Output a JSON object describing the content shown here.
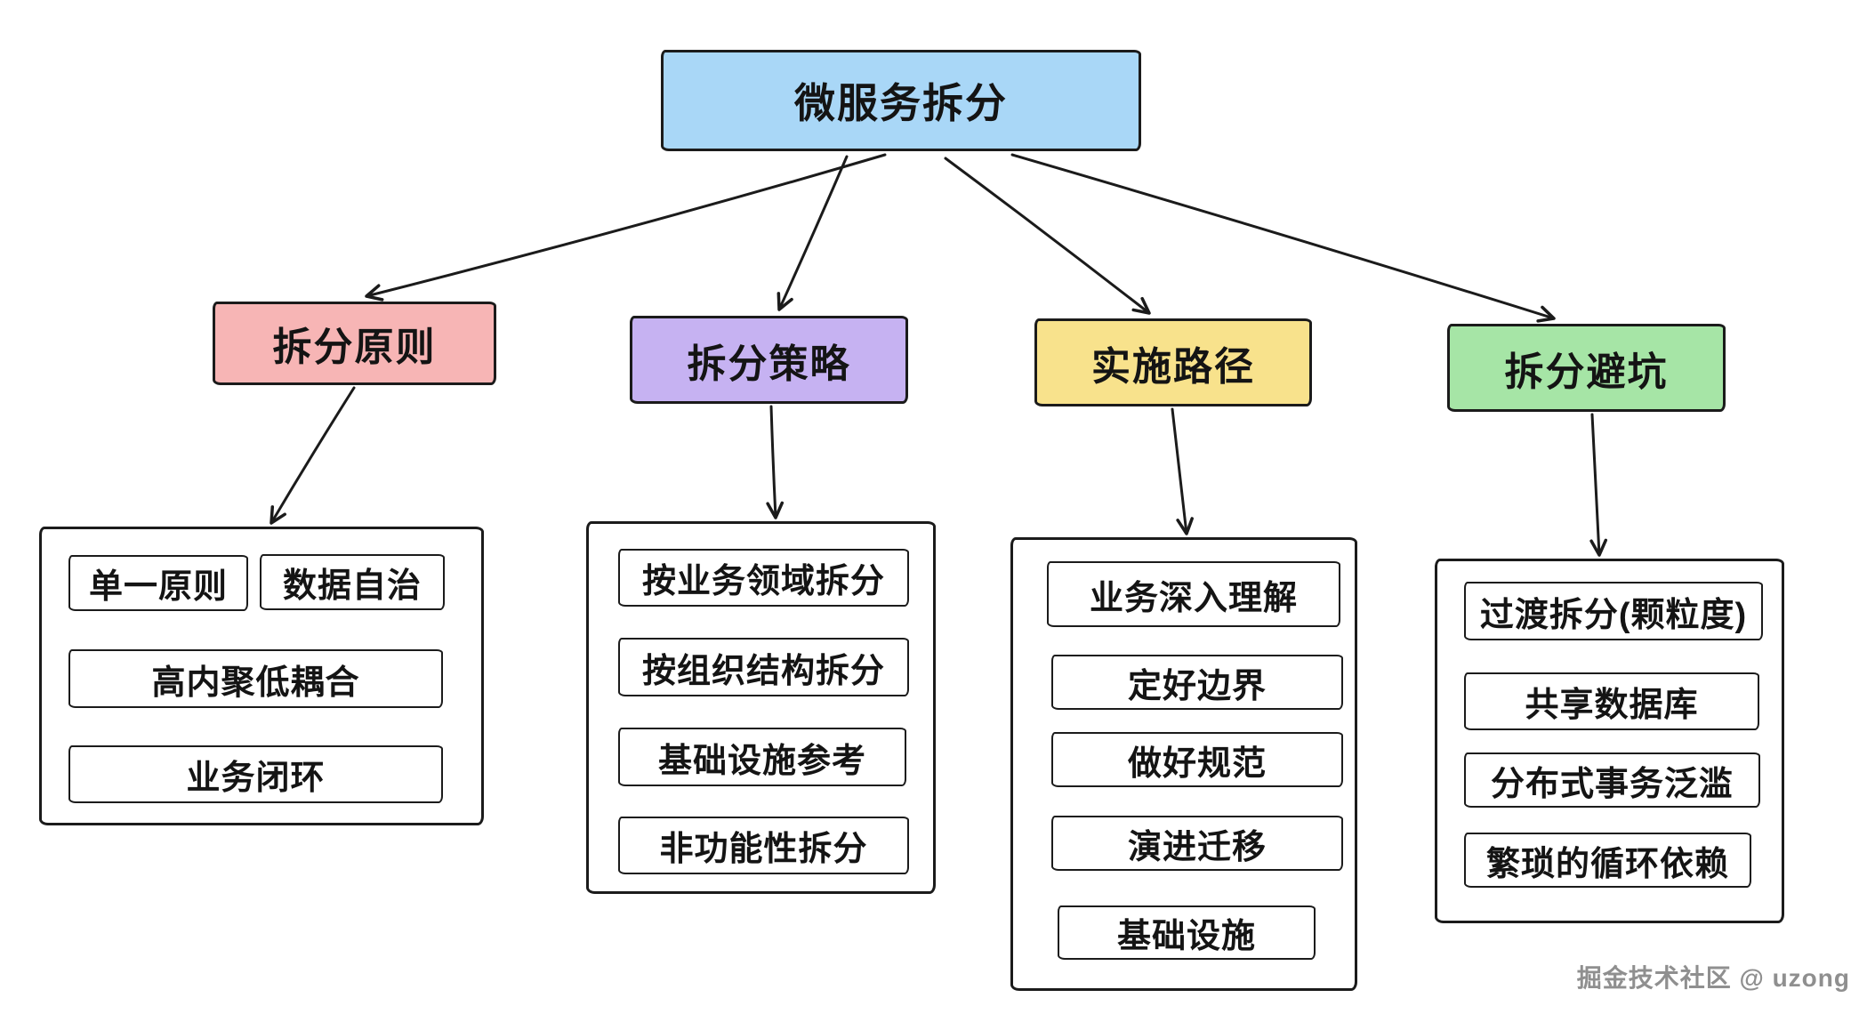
{
  "diagram": {
    "root": {
      "label": "微服务拆分",
      "color": "#a9d7f7"
    },
    "branches": [
      {
        "label": "拆分原则",
        "color": "#f7b5b5",
        "items": [
          "单一原则",
          "数据自治",
          "高内聚低耦合",
          "业务闭环"
        ]
      },
      {
        "label": "拆分策略",
        "color": "#c6b2f2",
        "items": [
          "按业务领域拆分",
          "按组织结构拆分",
          "基础设施参考",
          "非功能性拆分"
        ]
      },
      {
        "label": "实施路径",
        "color": "#f8e28c",
        "items": [
          "业务深入理解",
          "定好边界",
          "做好规范",
          "演进迁移",
          "基础设施"
        ]
      },
      {
        "label": "拆分避坑",
        "color": "#a6e5a6",
        "items": [
          "过渡拆分(颗粒度)",
          "共享数据库",
          "分布式事务泛滥",
          "繁琐的循环依赖"
        ]
      }
    ],
    "edge_color": "#1b1b1b",
    "background": "#ffffff",
    "watermark": "掘金技术社区 @ uzong"
  }
}
